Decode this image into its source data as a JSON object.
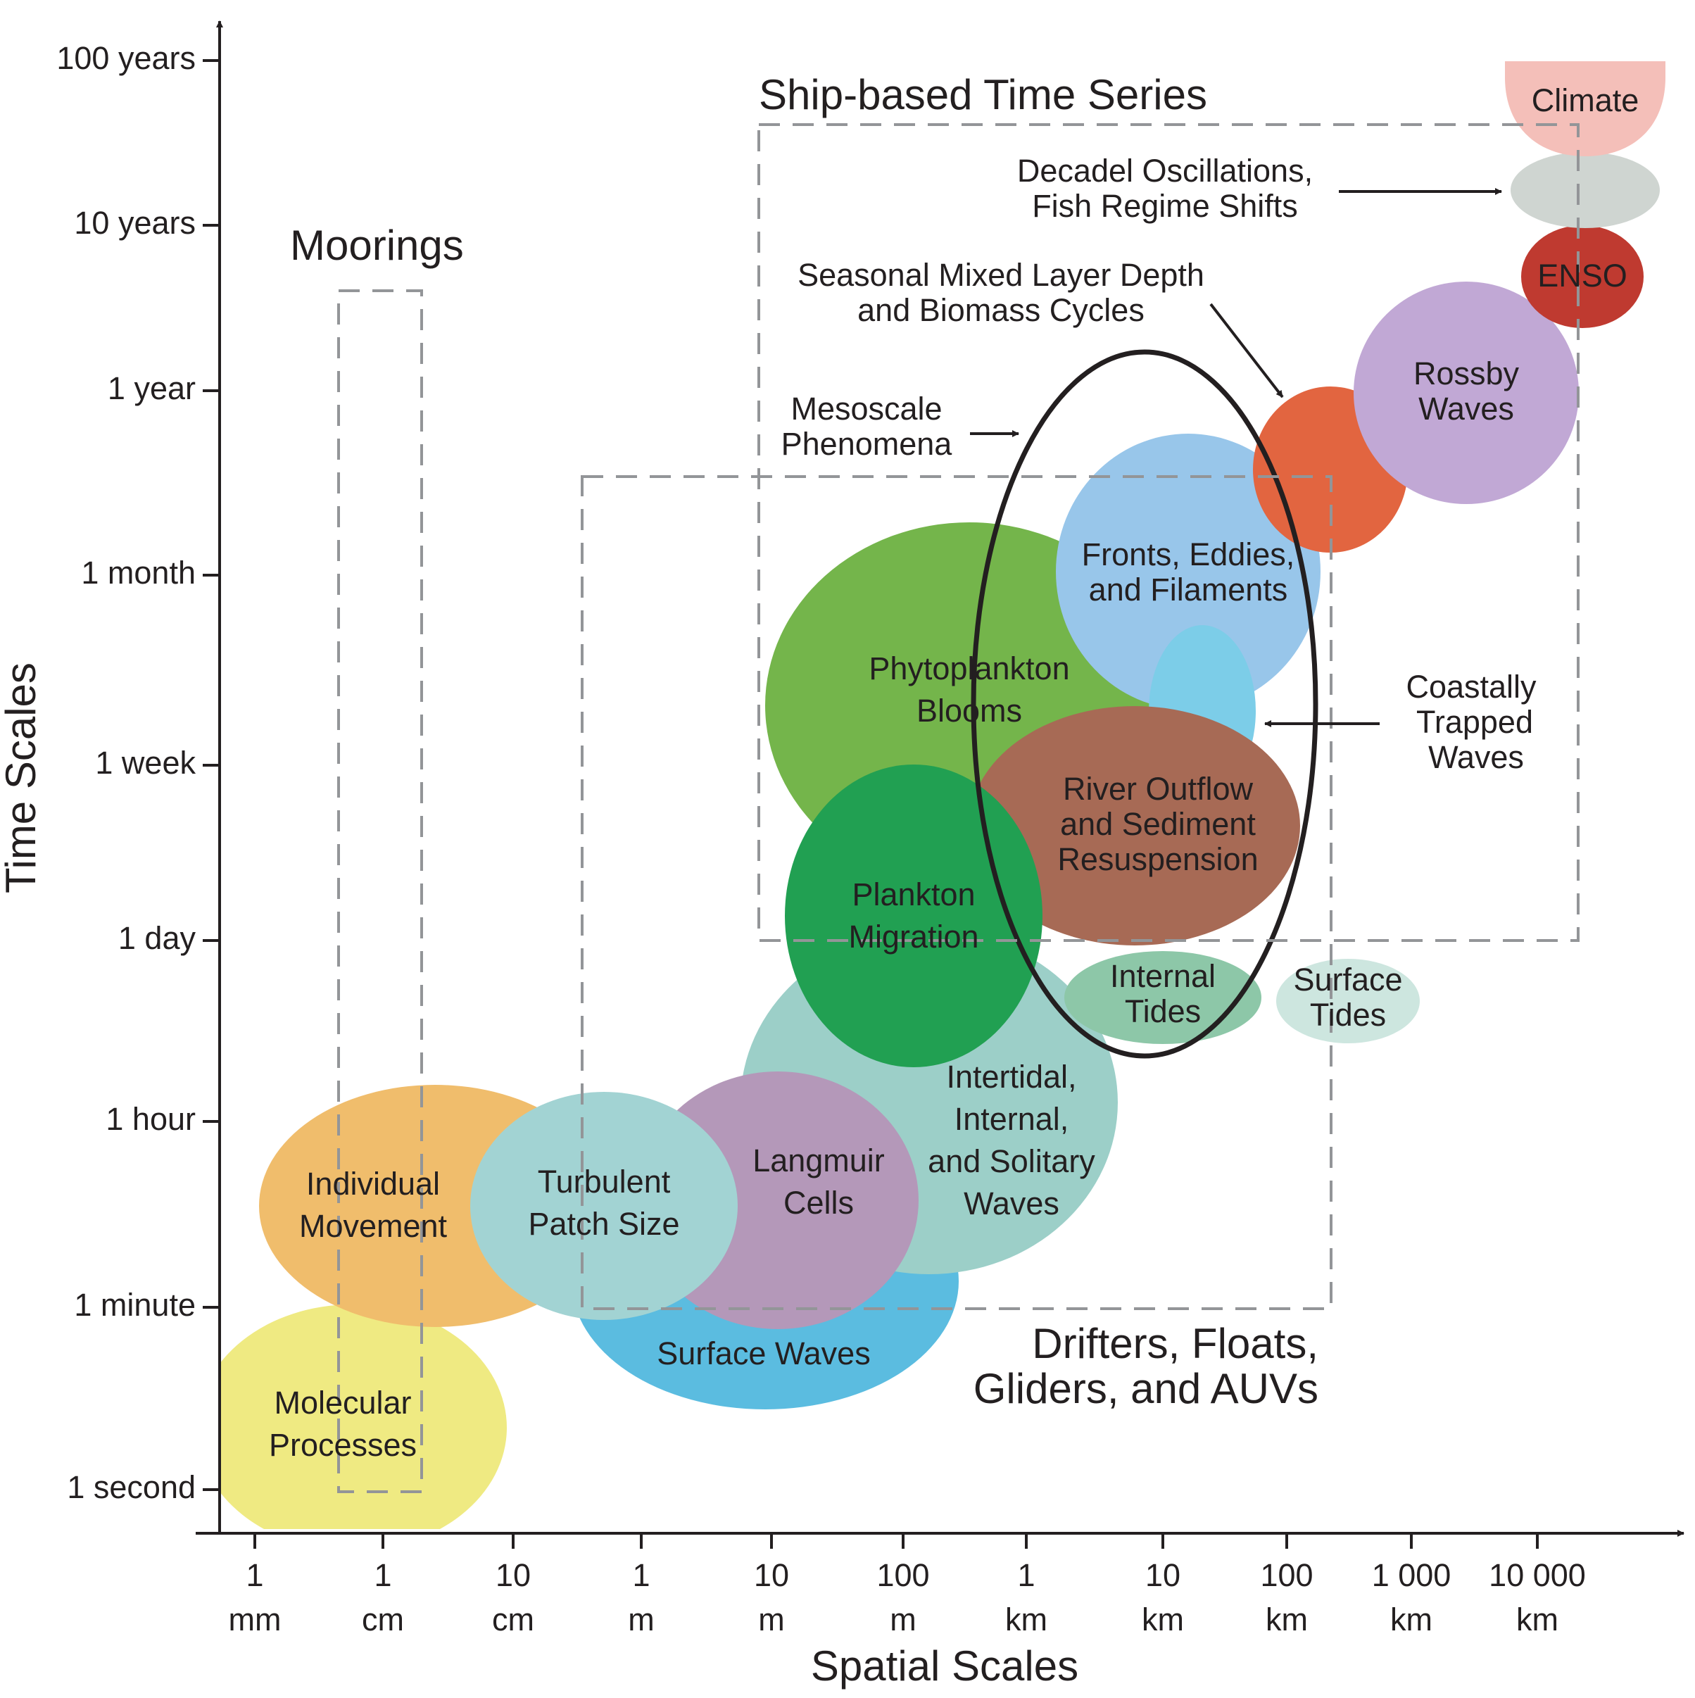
{
  "axes": {
    "x_title": "Spatial Scales",
    "y_title": "Time Scales",
    "y_ticks": [
      "100 years",
      "10 years",
      "1 year",
      "1 month",
      "1 week",
      "1 day",
      "1 hour",
      "1 minute",
      "1 second"
    ],
    "x_ticks": [
      {
        "value": "1",
        "unit": "mm"
      },
      {
        "value": "1",
        "unit": "cm"
      },
      {
        "value": "10",
        "unit": "cm"
      },
      {
        "value": "1",
        "unit": "m"
      },
      {
        "value": "10",
        "unit": "m"
      },
      {
        "value": "100",
        "unit": "m"
      },
      {
        "value": "1",
        "unit": "km"
      },
      {
        "value": "10",
        "unit": "km"
      },
      {
        "value": "100",
        "unit": "km"
      },
      {
        "value": "1 000",
        "unit": "km"
      },
      {
        "value": "10 000",
        "unit": "km"
      }
    ]
  },
  "platforms": {
    "moorings": "Moorings",
    "ship": "Ship-based Time Series",
    "drifters_line1": "Drifters, Floats,",
    "drifters_line2": "Gliders, and AUVs"
  },
  "phenomena": {
    "molecular": [
      "Molecular",
      "Processes"
    ],
    "individual": [
      "Individual",
      "Movement"
    ],
    "turbulent": [
      "Turbulent",
      "Patch Size"
    ],
    "surface_waves": [
      "Surface Waves"
    ],
    "langmuir": [
      "Langmuir",
      "Cells"
    ],
    "intertidal": [
      "Intertidal,",
      "Internal,",
      "and Solitary",
      "Waves"
    ],
    "plankton_migration": [
      "Plankton",
      "Migration"
    ],
    "phytoplankton": [
      "Phytoplankton",
      "Blooms"
    ],
    "river": [
      "River Outflow",
      "and Sediment",
      "Resuspension"
    ],
    "internal_tides": [
      "Internal",
      "Tides"
    ],
    "surface_tides": [
      "Surface",
      "Tides"
    ],
    "fronts": [
      "Fronts, Eddies,",
      "and Filaments"
    ],
    "rossby": [
      "Rossby",
      "Waves"
    ],
    "enso": [
      "ENSO"
    ],
    "climate": [
      "Climate"
    ]
  },
  "annotations": {
    "decadal": [
      "Decadel Oscillations,",
      "Fish Regime Shifts"
    ],
    "seasonal": [
      "Seasonal Mixed Layer Depth",
      "and Biomass Cycles"
    ],
    "mesoscale": [
      "Mesoscale",
      "Phenomena"
    ],
    "coastal": [
      "Coastally",
      "Trapped",
      "Waves"
    ]
  },
  "colors": {
    "molecular": "#efea82",
    "individual": "#f0bd6c",
    "turbulent": "#a2d3d3",
    "surface_waves": "#5bbce0",
    "langmuir": "#b498b9",
    "intertidal": "#9ccfc8",
    "plankton_migration": "#21a052",
    "phytoplankton": "#74b54b",
    "river": "#a76a55",
    "coastal_trapped": "#7ccde8",
    "fronts": "#98c6ea",
    "internal_tides": "#8dc7a8",
    "surface_tides": "#cde6df",
    "seasonal_blob": "#e26540",
    "rossby": "#c1a8d5",
    "enso": "#bf3a30",
    "decadal_blob": "#cfd5d1",
    "climate": "#f4bfb9"
  }
}
